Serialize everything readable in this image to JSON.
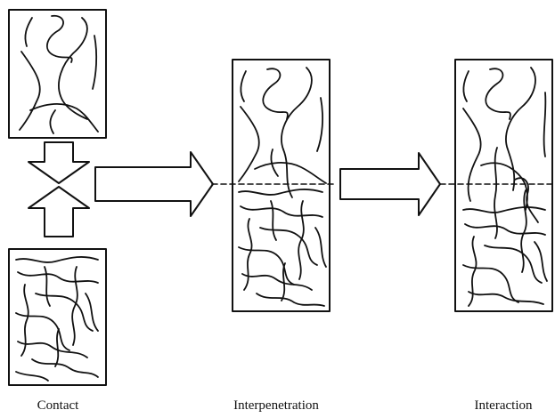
{
  "stages": {
    "contact": "Contact",
    "interpenetration": "Interpenetration",
    "interaction": "Interaction"
  },
  "colors": {
    "line": "#111111",
    "background": "#ffffff"
  }
}
